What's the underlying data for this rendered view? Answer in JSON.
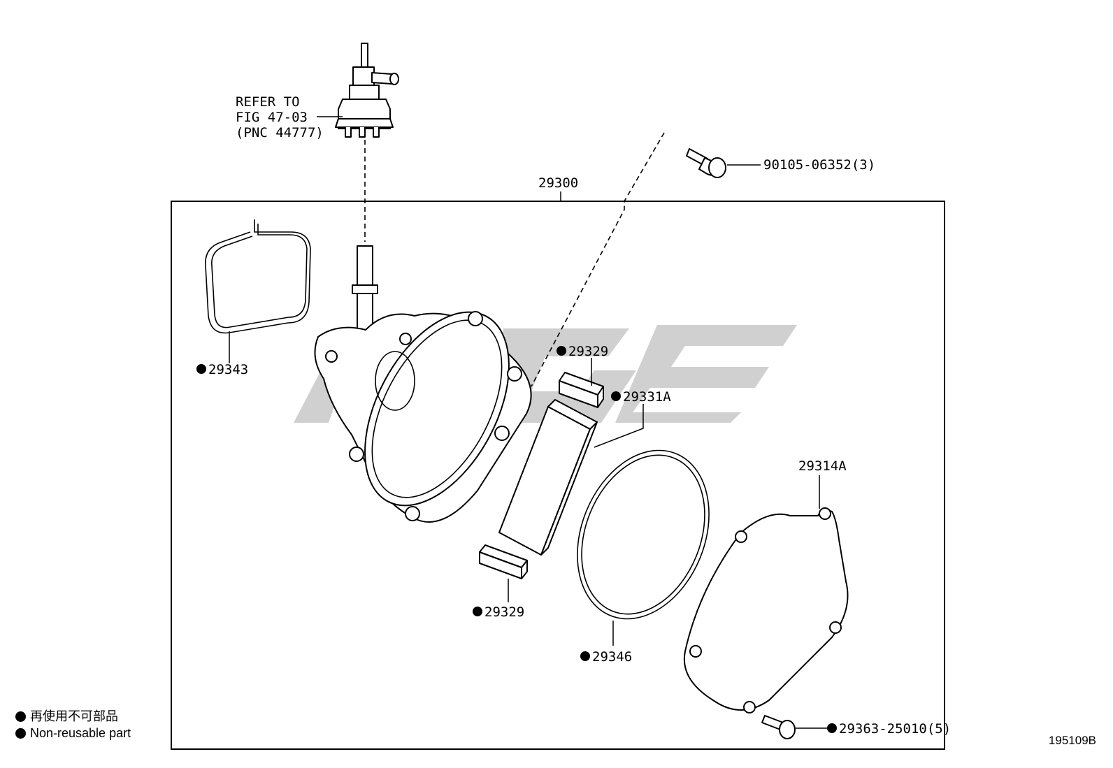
{
  "labels": {
    "refer_line1": "REFER TO",
    "refer_line2": "FIG 47-03",
    "refer_line3": "(PNC 44777)",
    "assembly": "29300",
    "bolt_top": "90105-06352(3)",
    "gasket_left": "29343",
    "cap_top": "29329",
    "vane": "29331A",
    "cover": "29314A",
    "cap_bottom": "29329",
    "oring": "29346",
    "bolt_bottom": "29363-25010(5)"
  },
  "legend": {
    "line_jp": "再使用不可部品",
    "line_en": "Non-reusable part"
  },
  "figure_number": "195109B"
}
